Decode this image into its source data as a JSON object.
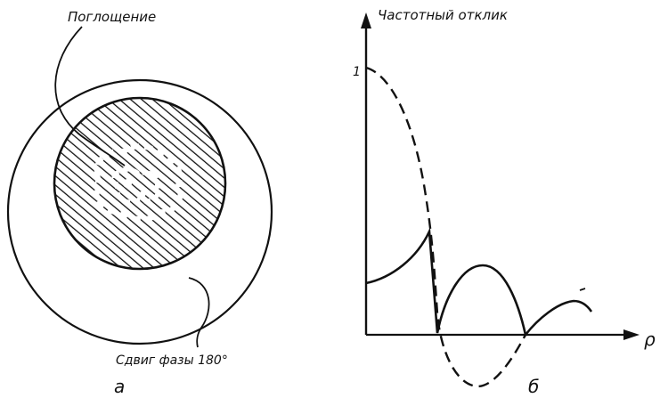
{
  "left_figure": {
    "absorption_label": "Поглощение",
    "phase_shift_label": "Сдвиг фазы 180°",
    "panel_letter": "а"
  },
  "right_figure": {
    "y_axis_label": "Частотный отклик",
    "y_tick_one": "1",
    "x_axis_label": "ρ",
    "panel_letter": "б"
  },
  "colors": {
    "ink": "#111111",
    "background": "#ffffff"
  }
}
